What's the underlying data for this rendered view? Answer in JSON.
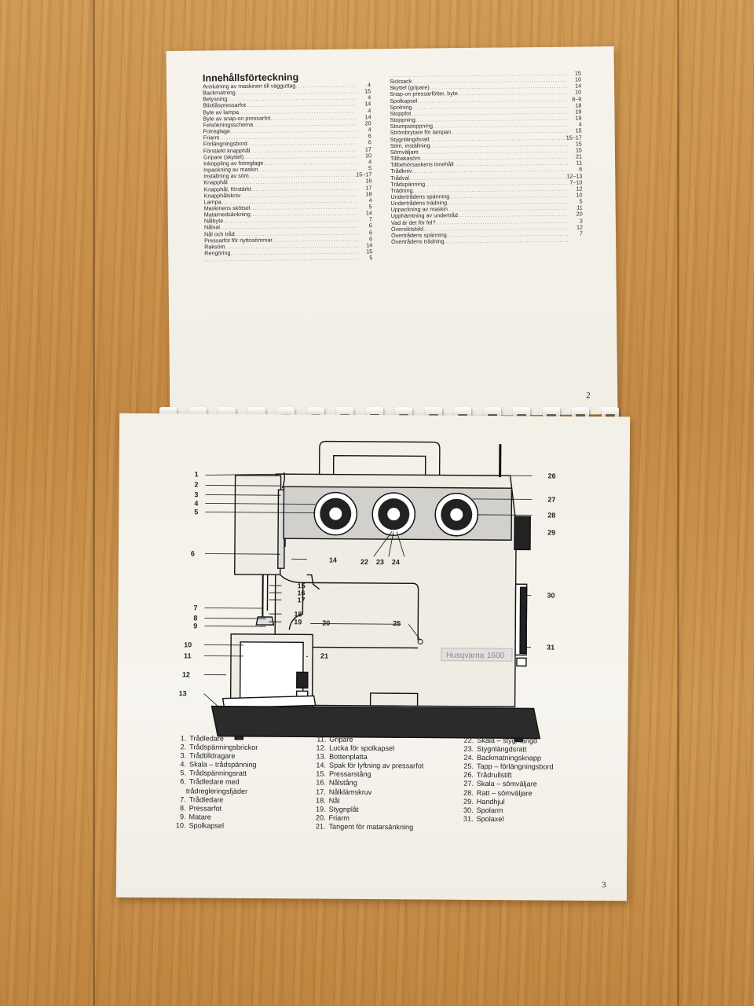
{
  "toc": {
    "title": "Innehållsförteckning",
    "left": [
      {
        "t": "Anslutning av maskinen till vägguttag",
        "p": "4"
      },
      {
        "t": "Backmatning",
        "p": "15"
      },
      {
        "t": "Belysning",
        "p": "4"
      },
      {
        "t": "Blixtlåspressarfot",
        "p": "14"
      },
      {
        "t": "Byte av lampa",
        "p": "4"
      },
      {
        "t": "Byte av snap-on pressarfot",
        "p": "14"
      },
      {
        "t": "Felsökningsschema",
        "p": "20"
      },
      {
        "t": "Fotreglage",
        "p": "4"
      },
      {
        "t": "Friarm",
        "p": "6"
      },
      {
        "t": "Förlängningsbord",
        "p": "6"
      },
      {
        "t": "Förstärkt knapphål",
        "p": "17"
      },
      {
        "t": "Gripare (skyttel)",
        "p": "10"
      },
      {
        "t": "Inkoppling av fotreglage",
        "p": "4"
      },
      {
        "t": "Inpackning av maskin",
        "p": "5"
      },
      {
        "t": "Inställning av söm",
        "p": "15–17"
      },
      {
        "t": "Knapphål",
        "p": "16"
      },
      {
        "t": "Knapphål, förstärkt",
        "p": "17"
      },
      {
        "t": "Knapphålskniv",
        "p": "18"
      },
      {
        "t": "Lampa",
        "p": "4"
      },
      {
        "t": "Maskinens skötsel",
        "p": "5"
      },
      {
        "t": "Matarnedsänkning",
        "p": "14"
      },
      {
        "t": "Nålbyte",
        "p": "7"
      },
      {
        "t": "Nålval",
        "p": "6"
      },
      {
        "t": "Nål och tråd",
        "p": "6"
      },
      {
        "t": "Pressarfot för nyttosömmar",
        "p": "6"
      },
      {
        "t": "Raksöm",
        "p": "14"
      },
      {
        "t": "Rengöring",
        "p": "15"
      },
      {
        "t": "",
        "p": "5"
      }
    ],
    "right": [
      {
        "t": "",
        "p": "15"
      },
      {
        "t": "Sicksack",
        "p": "10"
      },
      {
        "t": "Skyttel (gripare)",
        "p": "14"
      },
      {
        "t": "Snap-on pressarfötter, byte",
        "p": "10"
      },
      {
        "t": "Spolkapsel",
        "p": "8–9"
      },
      {
        "t": "Spolning",
        "p": "18"
      },
      {
        "t": "Stoppfot",
        "p": "19"
      },
      {
        "t": "Stoppning",
        "p": "19"
      },
      {
        "t": "Strumpstoppning",
        "p": "4"
      },
      {
        "t": "Strömbrytare för lampan",
        "p": "15"
      },
      {
        "t": "Stygnlängdsratt",
        "p": "15–17"
      },
      {
        "t": "Söm, inställning",
        "p": "15"
      },
      {
        "t": "Sömväljare",
        "p": "15"
      },
      {
        "t": "Tillbakasöm",
        "p": "21"
      },
      {
        "t": "Tillbehörsaskens innehåll",
        "p": "11"
      },
      {
        "t": "Trådkniv",
        "p": "6"
      },
      {
        "t": "Trådval",
        "p": "12–13"
      },
      {
        "t": "Trådspänning",
        "p": "7–10"
      },
      {
        "t": "Trädning",
        "p": "12"
      },
      {
        "t": "Undertrådens spänning",
        "p": "10"
      },
      {
        "t": "Undertrådens trädning",
        "p": "5"
      },
      {
        "t": "Uppackning av maskin",
        "p": "11"
      },
      {
        "t": "Upphämtning av undertråd",
        "p": "20"
      },
      {
        "t": "Vad är det för fel?",
        "p": "3"
      },
      {
        "t": "Översiktsbild",
        "p": "12"
      },
      {
        "t": "Övertrådens spänning",
        "p": "7"
      },
      {
        "t": "Övertrådens trädning",
        "p": ""
      }
    ]
  },
  "page_numbers": {
    "top": "2",
    "bottom": "3"
  },
  "diagram": {
    "brand_label": "Husqvarna",
    "model_label": "1600",
    "callouts": [
      "1",
      "2",
      "3",
      "4",
      "5",
      "6",
      "7",
      "8",
      "9",
      "10",
      "11",
      "12",
      "13",
      "14",
      "15",
      "16",
      "17",
      "18",
      "19",
      "20",
      "21",
      "22",
      "23",
      "24",
      "25",
      "26",
      "27",
      "28",
      "29",
      "30",
      "31"
    ]
  },
  "legend": [
    [
      {
        "n": "1.",
        "t": "Trådledare"
      },
      {
        "n": "2.",
        "t": "Trådspänningsbrickor"
      },
      {
        "n": "3.",
        "t": "Trådtilldragare"
      },
      {
        "n": "4.",
        "t": "Skala – trådspänning"
      },
      {
        "n": "5.",
        "t": "Trådspänningsratt"
      },
      {
        "n": "6.",
        "t": "Trådledare med"
      },
      {
        "n": "",
        "t": "trådregleringsfjäder"
      },
      {
        "n": "7.",
        "t": "Trådledare"
      },
      {
        "n": "8.",
        "t": "Pressarfot"
      },
      {
        "n": "9.",
        "t": "Matare"
      },
      {
        "n": "10.",
        "t": "Spolkapsel"
      }
    ],
    [
      {
        "n": "11.",
        "t": "Gripare"
      },
      {
        "n": "12.",
        "t": "Lucka för spolkapsel"
      },
      {
        "n": "13.",
        "t": "Bottenplatta"
      },
      {
        "n": "14.",
        "t": "Spak för lyftning av pressarfot"
      },
      {
        "n": "15.",
        "t": "Pressarstång"
      },
      {
        "n": "16.",
        "t": "Nålstång"
      },
      {
        "n": "17.",
        "t": "Nålklämskruv"
      },
      {
        "n": "18.",
        "t": "Nål"
      },
      {
        "n": "19.",
        "t": "Stygnplåt"
      },
      {
        "n": "20.",
        "t": "Friarm"
      },
      {
        "n": "21.",
        "t": "Tangent för matarsänkning"
      }
    ],
    [
      {
        "n": "22.",
        "t": "Skala – stygnlängd"
      },
      {
        "n": "23.",
        "t": "Stygnlängdsratt"
      },
      {
        "n": "24.",
        "t": "Backmatningsknapp"
      },
      {
        "n": "25.",
        "t": "Tapp – förlängningsbord"
      },
      {
        "n": "26.",
        "t": "Trådrullstift"
      },
      {
        "n": "27.",
        "t": "Skala – sömväljare"
      },
      {
        "n": "28.",
        "t": "Ratt – sömväljare"
      },
      {
        "n": "29.",
        "t": "Handhjul"
      },
      {
        "n": "30.",
        "t": "Spolarm"
      },
      {
        "n": "31.",
        "t": "Spolaxel"
      }
    ]
  ]
}
